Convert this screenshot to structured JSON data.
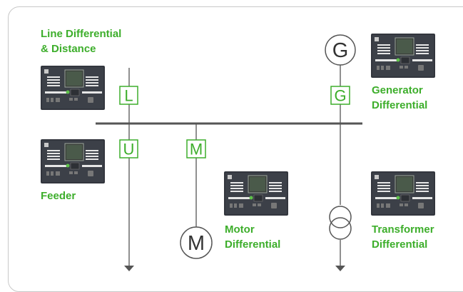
{
  "labels": {
    "line_diff_1": "Line Differential",
    "line_diff_2": "& Distance",
    "generator_1": "Generator",
    "generator_2": "Differential",
    "feeder": "Feeder",
    "motor_1": "Motor",
    "motor_2": "Differential",
    "transformer_1": "Transformer",
    "transformer_2": "Differential"
  },
  "codes": {
    "line": "L",
    "generator": "G",
    "feeder": "U",
    "motor": "M"
  },
  "machines": {
    "generator": "G",
    "motor": "M"
  },
  "colors": {
    "accent": "#3dae2b",
    "line": "#555555",
    "relay_body": "#3c4048"
  },
  "icons": [
    "relay-device-icon",
    "generator-symbol-icon",
    "motor-symbol-icon",
    "transformer-symbol-icon",
    "arrow-down-icon"
  ]
}
